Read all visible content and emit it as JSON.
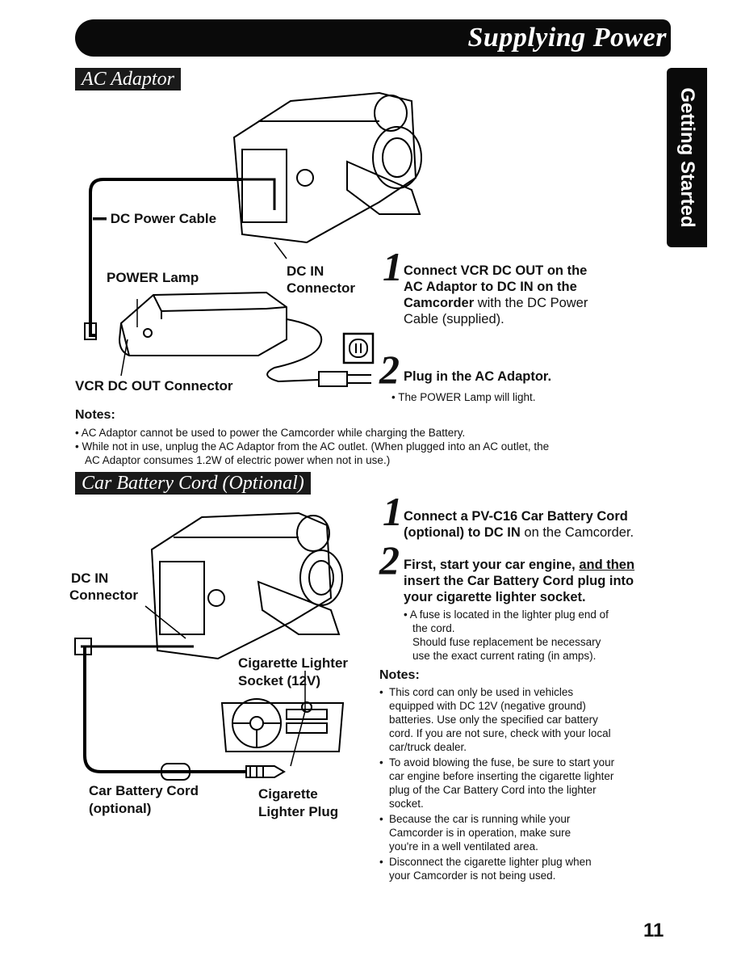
{
  "header": {
    "title": "Supplying Power"
  },
  "side_tab": {
    "label": "Getting Started"
  },
  "ac_section": {
    "title": "AC Adaptor",
    "labels": {
      "dc_power_cable": "DC Power Cable",
      "power_lamp": "POWER Lamp",
      "dc_in": "DC IN",
      "connector": "Connector",
      "vcr_dc_out": "VCR DC OUT Connector"
    },
    "step1": {
      "num": "1",
      "line1_bold": "Connect VCR DC OUT on the",
      "line2_bold": "AC Adaptor to DC IN on the",
      "line3_bold": "Camcorder",
      "line3_rest": " with the DC Power",
      "line4": "Cable (supplied)."
    },
    "step2": {
      "num": "2",
      "text": "Plug in the AC Adaptor.",
      "bullet": "The POWER Lamp will light."
    },
    "notes_heading": "Notes:",
    "notes": [
      "AC Adaptor cannot be used to power the Camcorder while charging the Battery.",
      "While not in use, unplug the AC Adaptor from the AC outlet. (When plugged into an AC outlet, the",
      "AC Adaptor consumes 1.2W of electric power when not in use.)"
    ]
  },
  "car_section": {
    "title": "Car Battery Cord (Optional)",
    "labels": {
      "dc_in": "DC IN",
      "connector": "Connector",
      "socket_line1": "Cigarette Lighter",
      "socket_line2": "Socket (12V)",
      "cord_line1": "Car Battery Cord",
      "cord_line2": "(optional)",
      "plug_line1": "Cigarette",
      "plug_line2": "Lighter Plug"
    },
    "step1": {
      "num": "1",
      "line1_bold": "Connect a PV-C16 Car Battery Cord",
      "line2_bold": "(optional) to DC IN",
      "line2_rest": " on the Camcorder."
    },
    "step2": {
      "num": "2",
      "line1a": "First, start your car engine, ",
      "line1b": "and then",
      "line2": "insert the Car Battery Cord plug into",
      "line3": "your cigarette lighter socket.",
      "bullet_lines": [
        "A fuse is located in the lighter plug end of",
        "the cord.",
        "Should fuse replacement be necessary",
        "use the exact current rating (in amps)."
      ]
    },
    "notes_heading": "Notes:",
    "notes": [
      [
        "This cord can only be used in vehicles",
        "equipped with DC 12V (negative ground)",
        "batteries. Use only the specified car battery",
        "cord. If you are not sure, check with your local",
        "car/truck dealer."
      ],
      [
        "To avoid blowing the fuse, be sure to start your",
        "car engine before inserting the cigarette lighter",
        "plug of the Car Battery Cord into the lighter",
        "socket."
      ],
      [
        "Because the car is running while your",
        "Camcorder is in operation, make sure",
        "you're in a well ventilated area."
      ],
      [
        "Disconnect the cigarette lighter plug when",
        "your Camcorder is not being used."
      ]
    ]
  },
  "page_number": "11"
}
